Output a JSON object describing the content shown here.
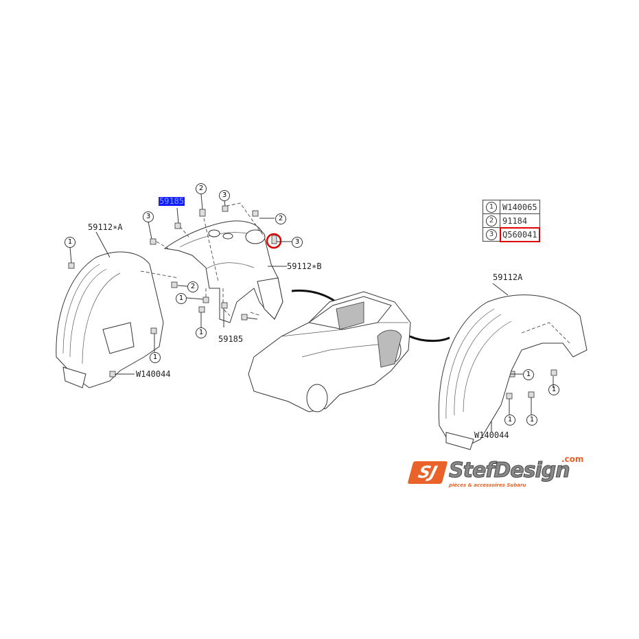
{
  "labels": {
    "part_59185_highlighted": "59185",
    "part_59112_A_star": "59112∗A",
    "part_59112_B_star": "59112∗B",
    "part_59185": "59185",
    "part_59112A": "59112A",
    "w140044_left": "W140044",
    "w140044_right": "W140044"
  },
  "callouts": {
    "one": "1",
    "two": "2",
    "three": "3"
  },
  "legend": [
    {
      "num": "1",
      "part": "W140065"
    },
    {
      "num": "2",
      "part": "91184"
    },
    {
      "num": "3",
      "part": "Q560041"
    }
  ],
  "colors": {
    "highlight_bg": "#1a1aff",
    "highlight_text": "#6fa0ff",
    "selection_red": "#e00000",
    "brand_orange": "#e8622a"
  },
  "logo": {
    "badge": "SJ",
    "name": "StefDesign",
    "tld": ".com",
    "tagline": "pièces & accessoires Subaru"
  }
}
